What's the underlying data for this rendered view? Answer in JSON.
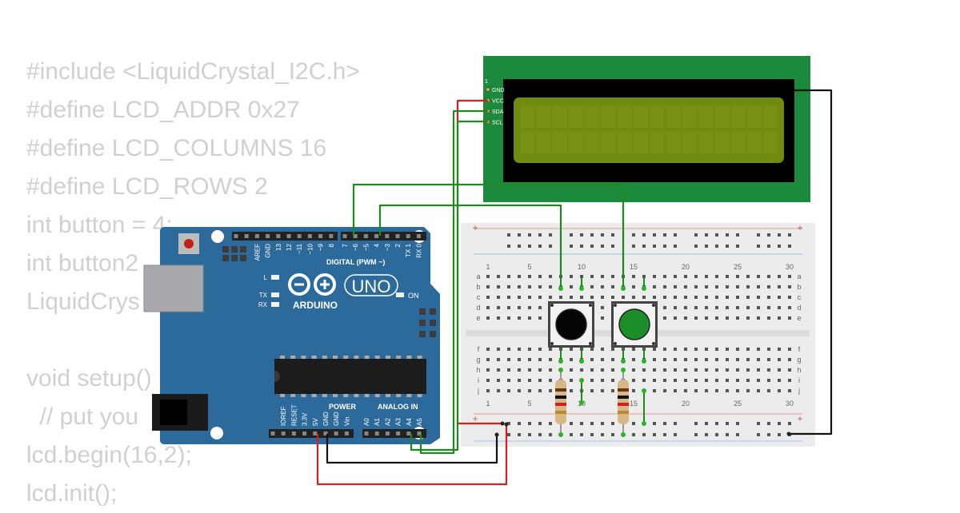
{
  "code_lines": [
    "#include <LiquidCrystal_I2C.h>",
    "#define LCD_ADDR 0x27",
    "#define LCD_COLUMNS 16",
    "#define LCD_ROWS 2",
    "int button = 4;",
    "int button2",
    "LiquidCrys",
    "",
    "void setup()",
    "  // put you",
    "lcd.begin(16,2);",
    "lcd.init();"
  ],
  "arduino": {
    "brand": "ARDUINO",
    "model": "UNO",
    "digital_label": "DIGITAL (PWM ~)",
    "digital_pins": [
      "AREF",
      "GND",
      "13",
      "12",
      "~11",
      "~10",
      "~9",
      "8",
      "7",
      "~6",
      "~5",
      "4",
      "~3",
      "2",
      "TX 1",
      "RX 0"
    ],
    "power_label": "POWER",
    "power_pins": [
      "IOREF",
      "RESET",
      "3.3V",
      "5V",
      "GND",
      "GND",
      "Vin"
    ],
    "analog_label": "ANALOG IN",
    "analog_pins": [
      "A0",
      "A1",
      "A2",
      "A3",
      "A4",
      "A5"
    ],
    "led_l": "L",
    "led_tx": "TX",
    "led_rx": "RX",
    "led_on": "ON"
  },
  "lcd": {
    "pin_one": "1",
    "pins": [
      "GND",
      "VCC",
      "SDA",
      "SCL"
    ]
  },
  "breadboard": {
    "column_numbers": [
      "1",
      "5",
      "10",
      "15",
      "20",
      "25",
      "30"
    ],
    "rows_top": [
      "a",
      "b",
      "c",
      "d",
      "e"
    ],
    "rows_bottom": [
      "f",
      "g",
      "h",
      "i",
      "j"
    ],
    "plus_sign": "+",
    "minus_sign": "-"
  },
  "colors": {
    "board_blue": "#2d6a9c",
    "wire_green": "#1e8a1e",
    "wire_red": "#d62020",
    "wire_black": "#111111",
    "lcd_green": "#1c8a3c",
    "lcd_screen": "#6f8b10",
    "button_green": "#1d8f2a"
  }
}
